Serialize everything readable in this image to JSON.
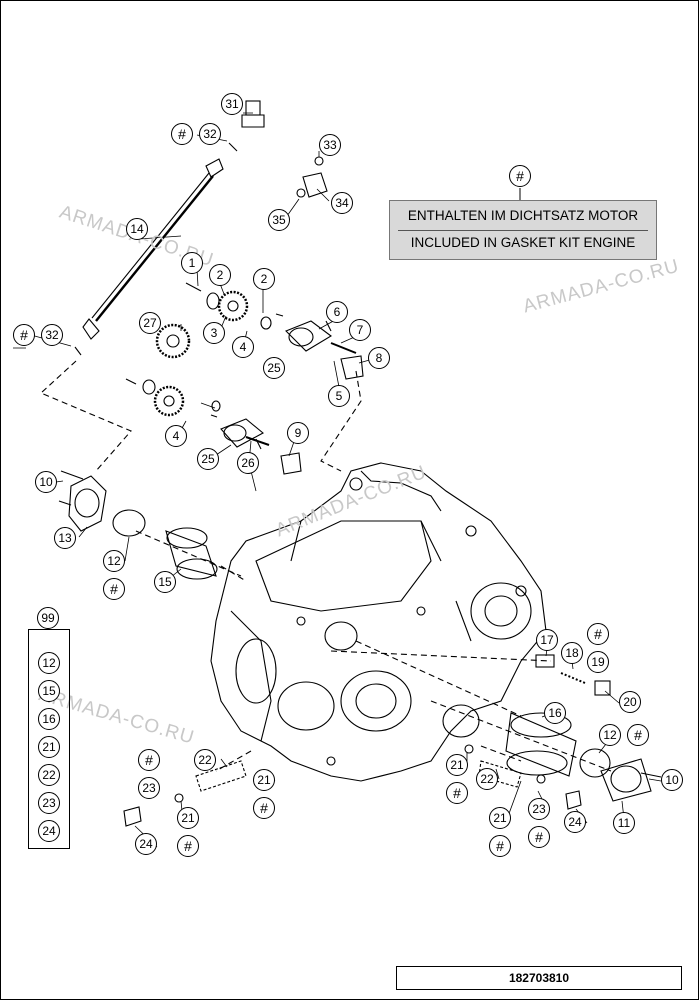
{
  "watermark": "ARMADA-CO.RU",
  "note": {
    "marker": "#",
    "line_de": "ENTHALTEN IM DICHTSATZ MOTOR",
    "line_en": "INCLUDED IN GASKET KIT ENGINE"
  },
  "kit": {
    "label": "99",
    "items": [
      "12",
      "15",
      "16",
      "21",
      "22",
      "23",
      "24"
    ]
  },
  "callouts": {
    "c31": "31",
    "c32a": "32",
    "c32b": "32",
    "c33": "33",
    "c34": "34",
    "c35": "35",
    "c14": "14",
    "c1": "1",
    "c2a": "2",
    "c2b": "2",
    "c3": "3",
    "c4a": "4",
    "c4b": "4",
    "c5": "5",
    "c6": "6",
    "c7": "7",
    "c8": "8",
    "c9": "9",
    "c10a": "10",
    "c10b": "10",
    "c11": "11",
    "c12a": "12",
    "c12b": "12",
    "c13": "13",
    "c15": "15",
    "c16": "16",
    "c17": "17",
    "c18": "18",
    "c19": "19",
    "c20": "20",
    "c21a": "21",
    "c21b": "21",
    "c21c": "21",
    "c21d": "21",
    "c22a": "22",
    "c22b": "22",
    "c23a": "23",
    "c23b": "23",
    "c24a": "24",
    "c24b": "24",
    "c25a": "25",
    "c25b": "25",
    "c26": "26",
    "c27": "27"
  },
  "hash_mark": "#",
  "document_number": "182703810"
}
